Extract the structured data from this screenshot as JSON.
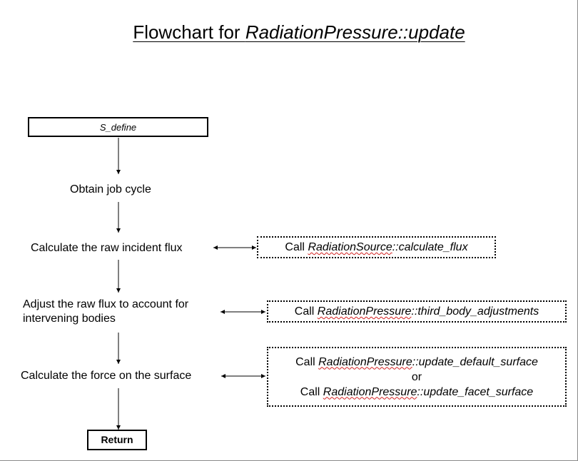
{
  "title": {
    "prefix": "Flowchart for ",
    "subject": "RadiationPressure::update"
  },
  "nodes": {
    "start": {
      "label": "S_define"
    },
    "job_cycle": {
      "label": "Obtain job cycle"
    },
    "raw_flux": {
      "label": "Calculate the raw incident flux"
    },
    "adjust": {
      "line1": "Adjust the raw flux to account for",
      "line2": "intervening bodies"
    },
    "force": {
      "label": "Calculate the force on the surface"
    },
    "end": {
      "label": "Return"
    }
  },
  "calls": {
    "flux": {
      "call_word": "Call ",
      "class": "RadiationSource",
      "method": "::calculate_flux"
    },
    "third_body": {
      "call_word": "Call ",
      "class": "RadiationPressure",
      "method": "::third_body_adjustments"
    },
    "surface": {
      "call_word_1": "Call ",
      "class_1": "RadiationPressure",
      "method_1": "::update_default_surface",
      "or": "or",
      "call_word_2": "Call ",
      "class_2": "RadiationPressure",
      "method_2": "::update_facet_surface"
    }
  },
  "colors": {
    "line": "#000000",
    "spellcheck_underline": "#d21f1f",
    "frame": "#8a8a8a"
  }
}
